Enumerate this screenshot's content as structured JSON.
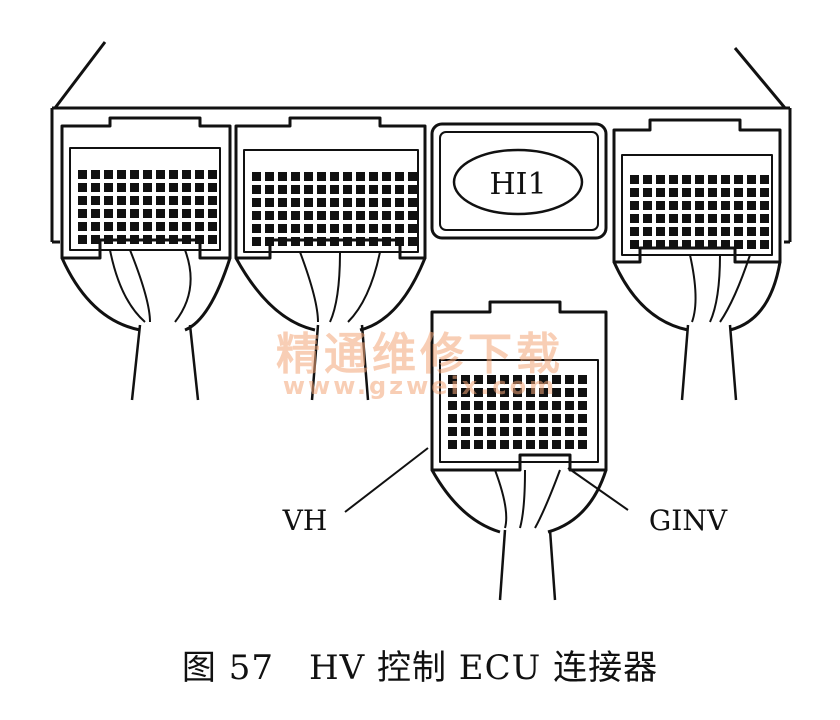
{
  "diagram": {
    "center_label": "HI1",
    "pin_labels": {
      "left": "VH",
      "right": "GINV"
    },
    "caption": "图 57　HV 控制 ECU 连接器"
  },
  "watermark": {
    "text": "精通维修下载",
    "url": "www.gzweix.com",
    "color": "#f4a77a"
  },
  "colors": {
    "line": "#111111",
    "background": "#ffffff"
  }
}
